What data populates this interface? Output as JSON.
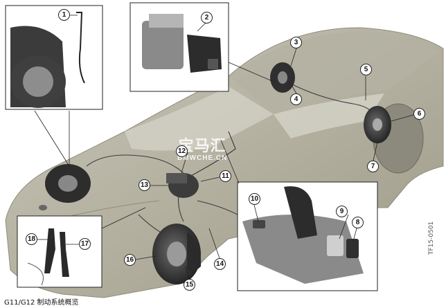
{
  "caption": "G11/G12 制动系统概览",
  "figure_id": "TF15-0501",
  "watermark": {
    "logo": "宝马汇",
    "url": "BMWCHE.CN"
  },
  "callouts": [
    "1",
    "2",
    "3",
    "4",
    "5",
    "6",
    "7",
    "8",
    "9",
    "10",
    "11",
    "12",
    "13",
    "14",
    "15",
    "16",
    "17",
    "18"
  ]
}
